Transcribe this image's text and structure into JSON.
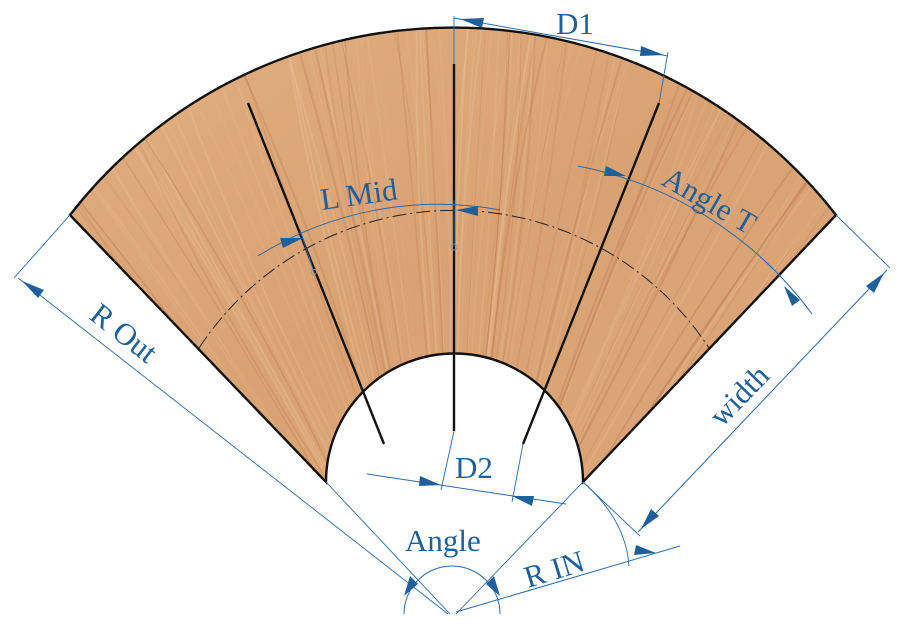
{
  "labels": {
    "d1": "D1",
    "l_mid": "L Mid",
    "angle_t": "Angle T",
    "r_out": "R Out",
    "width": "width",
    "d2": "D2",
    "angle": "Angle",
    "r_in": "R IN"
  },
  "colors": {
    "wood_base": "#dba577",
    "wood_grain_dark": "#b7774c",
    "wood_grain_light": "#ecc097",
    "outline": "#111111",
    "dimension": "#1f5f9a"
  }
}
